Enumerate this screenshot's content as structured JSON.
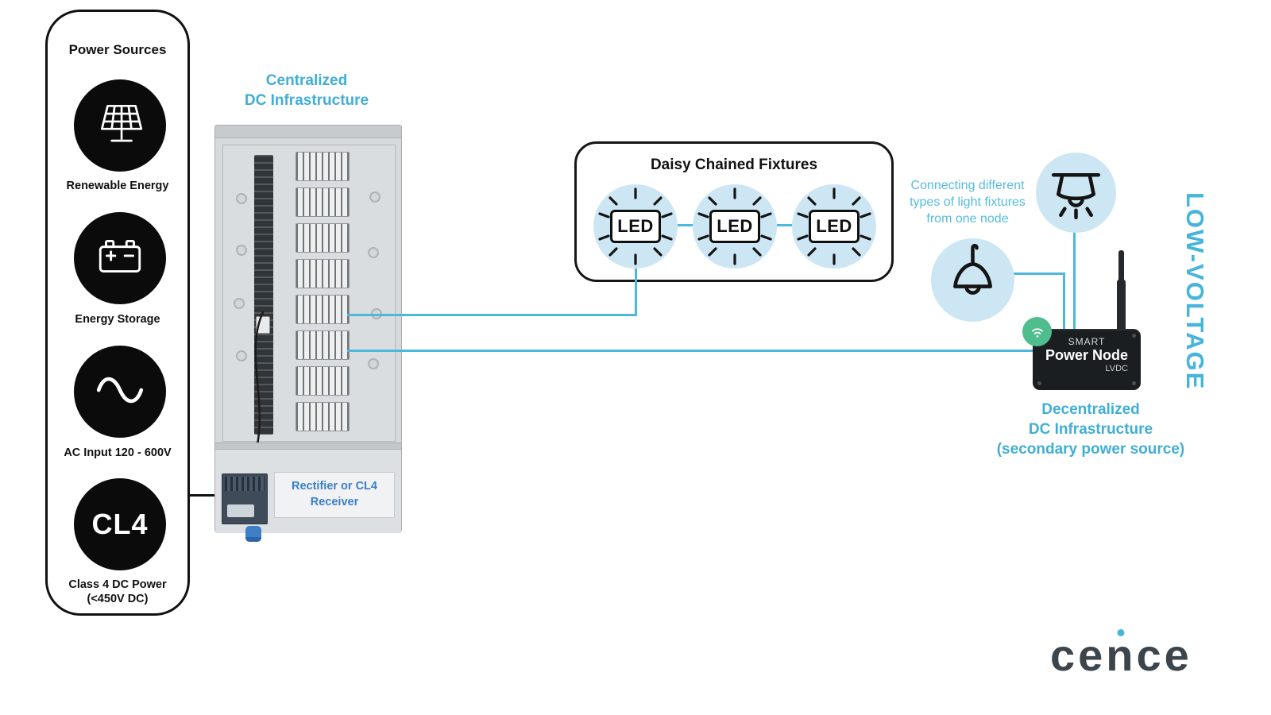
{
  "colors": {
    "accent_cyan": "#41aed6",
    "line_cyan": "#4db7dc",
    "annotation_cyan": "#56bcdf",
    "receiver_blue": "#3d7ec7",
    "light_circle_blue": "#cde6f3",
    "wifi_green": "#4fbd8d",
    "logo_gray": "#3c454c"
  },
  "power_sources": {
    "title": "Power Sources",
    "items": [
      {
        "icon": "solar-panel-icon",
        "label": "Renewable Energy"
      },
      {
        "icon": "battery-icon",
        "label": "Energy Storage"
      },
      {
        "icon": "sine-wave-icon",
        "label": "AC Input 120 - 600V"
      },
      {
        "icon": "cl4-text-icon",
        "icon_text": "CL4",
        "label": "Class 4 DC Power",
        "label2": "(<450V DC)"
      }
    ]
  },
  "centralized": {
    "title_line1": "Centralized",
    "title_line2": "DC Infrastructure",
    "receiver_line1": "Rectifier or CL4",
    "receiver_line2": "Receiver"
  },
  "daisy_chain": {
    "title": "Daisy Chained Fixtures",
    "fixtures": [
      "LED",
      "LED",
      "LED"
    ]
  },
  "annotation": {
    "line1": "Connecting different",
    "line2": "types of light fixtures",
    "line3": "from one node"
  },
  "power_node": {
    "brand": "SMART",
    "name": "Power Node",
    "sub": "LVDC"
  },
  "decentralized": {
    "line1": "Decentralized",
    "line2": "DC Infrastructure",
    "line3": "(secondary power source)"
  },
  "side_label": "LOW-VOLTAGE",
  "logo": {
    "part1": "ce",
    "part2": "n",
    "part3": "ce"
  }
}
